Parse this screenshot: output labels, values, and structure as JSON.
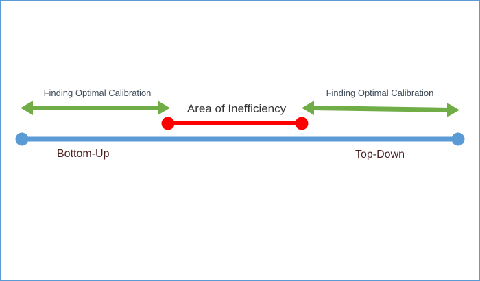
{
  "labels": {
    "left_arrow": "Finding Optimal Calibration",
    "right_arrow": "Finding Optimal Calibration",
    "inefficiency": "Area of Inefficiency",
    "bottom_up": "Bottom-Up",
    "top_down": "Top-Down"
  },
  "colors": {
    "frame": "#5b9bd5",
    "axis": "#5b9bd5",
    "inefficiency": "#ff0000",
    "arrows": "#70ad47"
  }
}
